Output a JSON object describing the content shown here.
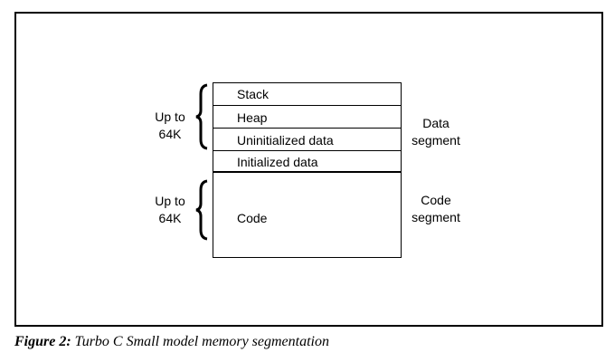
{
  "diagram": {
    "segments": [
      {
        "label": "Stack"
      },
      {
        "label": "Heap"
      },
      {
        "label": "Uninitialized data"
      },
      {
        "label": "Initialized data"
      },
      {
        "label": "Code"
      }
    ],
    "left_labels": {
      "data": {
        "line1": "Up to",
        "line2": "64K"
      },
      "code": {
        "line1": "Up to",
        "line2": "64K"
      }
    },
    "right_labels": {
      "data": {
        "line1": "Data",
        "line2": "segment"
      },
      "code": {
        "line1": "Code",
        "line2": "segment"
      }
    }
  },
  "caption": {
    "label": "Figure 2:",
    "text": "Turbo C Small model memory segmentation"
  }
}
